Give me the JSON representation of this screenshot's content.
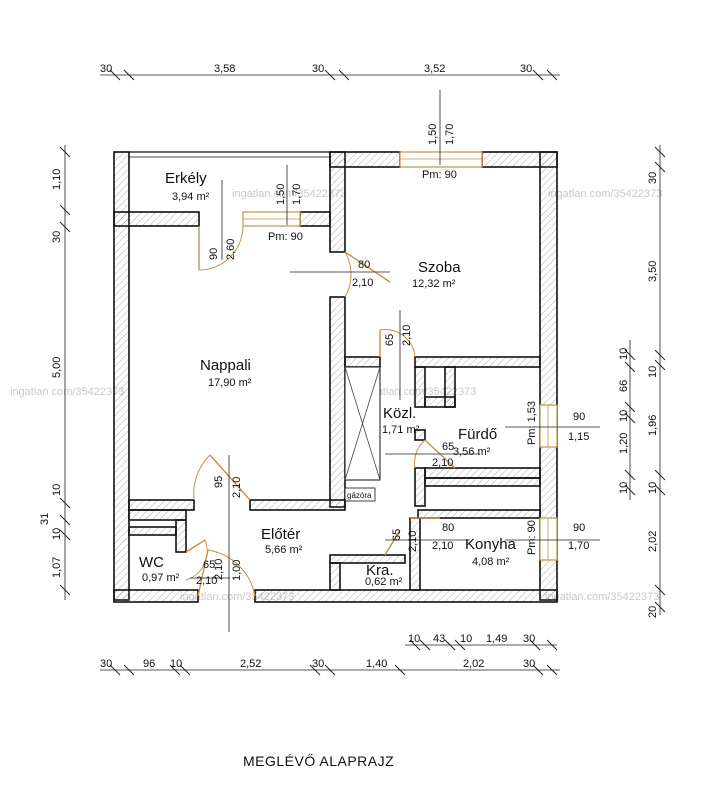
{
  "title": "MEGLÉVŐ ALAPRAJZ",
  "watermark": "ingatlan.com/35422373",
  "rooms": {
    "erkely": {
      "name": "Erkély",
      "area": "3,94 m²"
    },
    "nappali": {
      "name": "Nappali",
      "area": "17,90 m²"
    },
    "szoba": {
      "name": "Szoba",
      "area": "12,32 m²"
    },
    "kozl": {
      "name": "Közl.",
      "area": "1,71 m²"
    },
    "furdo": {
      "name": "Fürdő",
      "area": "3,56 m²"
    },
    "eloter": {
      "name": "Előtér",
      "area": "5,66 m²"
    },
    "wc": {
      "name": "WC",
      "area": "0,97 m²"
    },
    "kra": {
      "name": "Kra.",
      "area": "0,62 m²"
    },
    "konyha": {
      "name": "Konyha",
      "area": "4,08 m²"
    }
  },
  "labels": {
    "gazora": "gázóra",
    "pm_szoba": "Pm: 90",
    "pm_erkely": "Pm: 90",
    "pm_furdo": "Pm: 1,53",
    "pm_konyha": "Pm: 90"
  },
  "top_dims": [
    "30",
    "3,58",
    "30",
    "3,52",
    "30"
  ],
  "bottom_dims_row1": [
    "10",
    "43",
    "10",
    "1,49",
    "30"
  ],
  "bottom_dims_row2": [
    "30",
    "96",
    "10",
    "2,52",
    "30",
    "1,40",
    "2,02",
    "30"
  ],
  "left_dims": [
    "1,10",
    "30",
    "5,00",
    "10",
    "31",
    "10",
    "1,07"
  ],
  "right_dims_outer": [
    "30",
    "3,50",
    "10",
    "1,96",
    "10",
    "2,02",
    "20"
  ],
  "right_dims_inner": [
    "10",
    "66",
    "10",
    "1,20",
    "10"
  ],
  "openings": {
    "szoba_window_w": "1,50",
    "szoba_window_h": "1,70",
    "erkely_door_w": "1,50",
    "erkely_door_h": "1,70",
    "erkely_door2_w": "90",
    "erkely_door2_h": "2,60",
    "szoba_door_w": "80",
    "szoba_door_h": "2,10",
    "kozl_door_w": "65",
    "kozl_door_h": "2,10",
    "furdo_door_w": "65",
    "furdo_door_h": "2,10",
    "furdo_window_w": "90",
    "furdo_window_h": "1,15",
    "nappali_door_w": "95",
    "nappali_door_h": "2,10",
    "kra_door_w": "65",
    "kra_door_h": "2,10",
    "konyha_door_w": "80",
    "konyha_door_h": "2,10",
    "konyha_window_w": "90",
    "konyha_window_h": "1,70",
    "wc_door_w": "65",
    "wc_door_h": "2,10",
    "entry_door_h": "2,10",
    "entry_door_w": "1,00"
  }
}
